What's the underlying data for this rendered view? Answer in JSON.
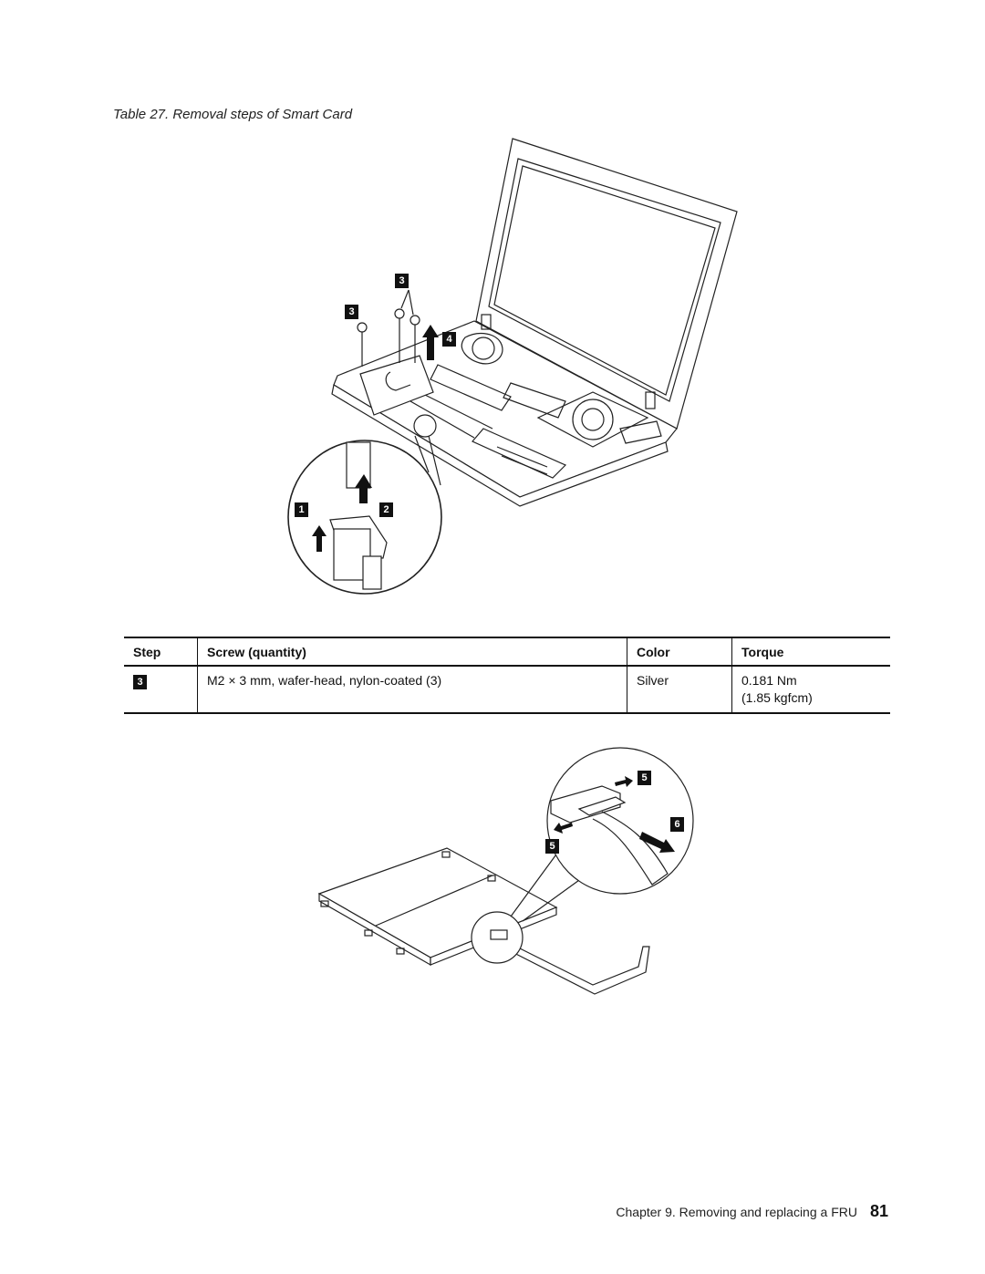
{
  "caption": "Table 27. Removal steps of Smart Card",
  "figure1": {
    "callouts": [
      "3",
      "3",
      "4",
      "1",
      "2"
    ]
  },
  "table": {
    "headers": [
      "Step",
      "Screw (quantity)",
      "Color",
      "Torque"
    ],
    "rows": [
      {
        "step": "3",
        "screw": "M2 × 3 mm, wafer-head, nylon-coated (3)",
        "color": "Silver",
        "torque_line1": "0.181 Nm",
        "torque_line2": "(1.85 kgfcm)"
      }
    ]
  },
  "figure2": {
    "callouts": [
      "5",
      "6",
      "5"
    ]
  },
  "footer": {
    "chapter": "Chapter 9. Removing and replacing a FRU",
    "page": "81"
  }
}
